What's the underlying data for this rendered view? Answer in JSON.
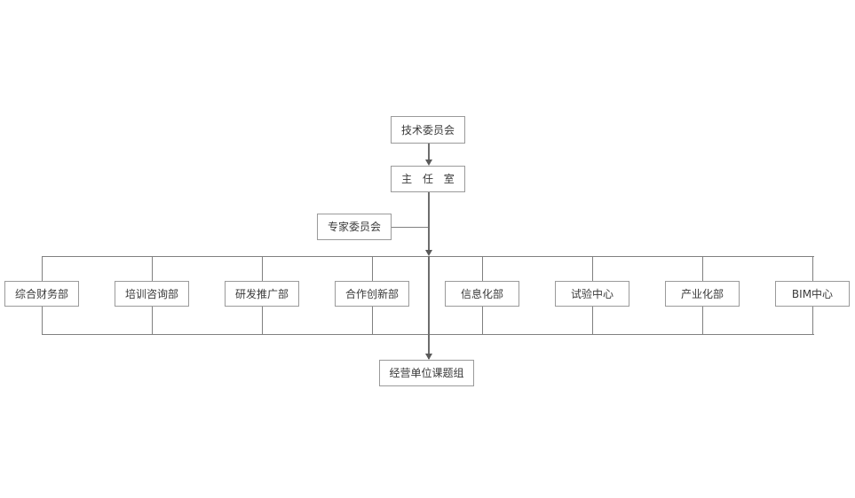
{
  "diagram": {
    "title": "",
    "type": "org-chart",
    "colors": {
      "background": "#ffffff",
      "box_border": "#9a9a9a",
      "box_fill": "#ffffff",
      "text": "#3a3a3a",
      "connector": "#808080",
      "trunk": "#6e6e6e",
      "arrow": "#5a5a5a"
    },
    "top": {
      "committee": "技术委员会",
      "director_office": "主 任 室"
    },
    "side": {
      "expert_committee": "专家委员会"
    },
    "departments": [
      {
        "label": "综合财务部"
      },
      {
        "label": "培训咨询部"
      },
      {
        "label": "研发推广部"
      },
      {
        "label": "合作创新部"
      },
      {
        "label": "信息化部"
      },
      {
        "label": "试验中心"
      },
      {
        "label": "产业化部"
      },
      {
        "label": "BIM中心"
      }
    ],
    "bottom": {
      "project_team": "经营单位课题组"
    }
  }
}
